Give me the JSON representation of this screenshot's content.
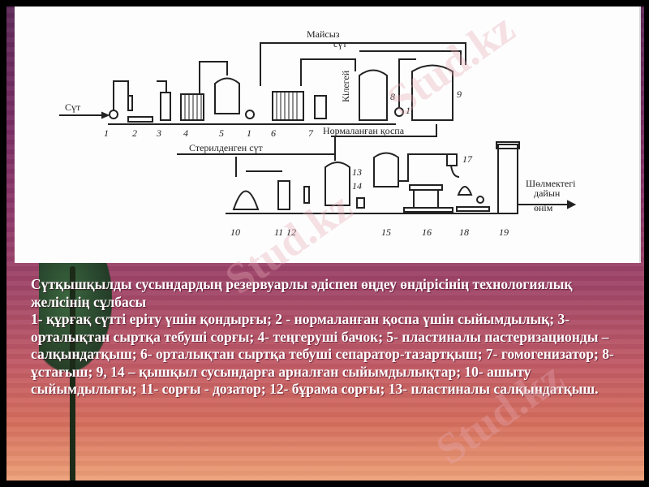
{
  "diagram": {
    "labels": {
      "milk_in": "Сүт",
      "skim_milk_line1": "Майсыз",
      "skim_milk_line2": "сүт",
      "cream": "Кілегей",
      "normalized_mix": "Нормаланған қоспа",
      "sterilized_milk": "Стерилденген сүт",
      "output_line1": "Шөлмектегі",
      "output_line2": "дайын",
      "output_line3": "өнім"
    },
    "equipment_numbers": [
      "1",
      "2",
      "3",
      "4",
      "5",
      "1",
      "6",
      "7",
      "8",
      "1",
      "9",
      "10",
      "11",
      "12",
      "13",
      "14",
      "15",
      "16",
      "17",
      "18",
      "19"
    ]
  },
  "caption": {
    "title": "Сүтқышқылды сусындардың резервуарлы әдіспен өңдеу өндірісінің технологиялық желісінің сұлбасы",
    "legend": "1- құрғақ сүтті еріту үшін қондырғы; 2 - нормаланған қоспа үшін сыйымдылық; 3- орталықтан сыртқа тебуші сорғы; 4- теңгеруші бачок; 5- пластиналы пастеризационды –салқындатқыш; 6- орталықтан сыртқа тебуші сепаратор-тазартқыш; 7- гомогенизатор; 8- ұстағыш; 9, 14 – қышқыл сусындарға арналған сыйымдылықтар; 10- ашыту сыйымдылығы; 11- сорғы - дозатор; 12- бұрама сорғы; 13- пластиналы салқындатқыш."
  },
  "watermark": "Stud.kz"
}
